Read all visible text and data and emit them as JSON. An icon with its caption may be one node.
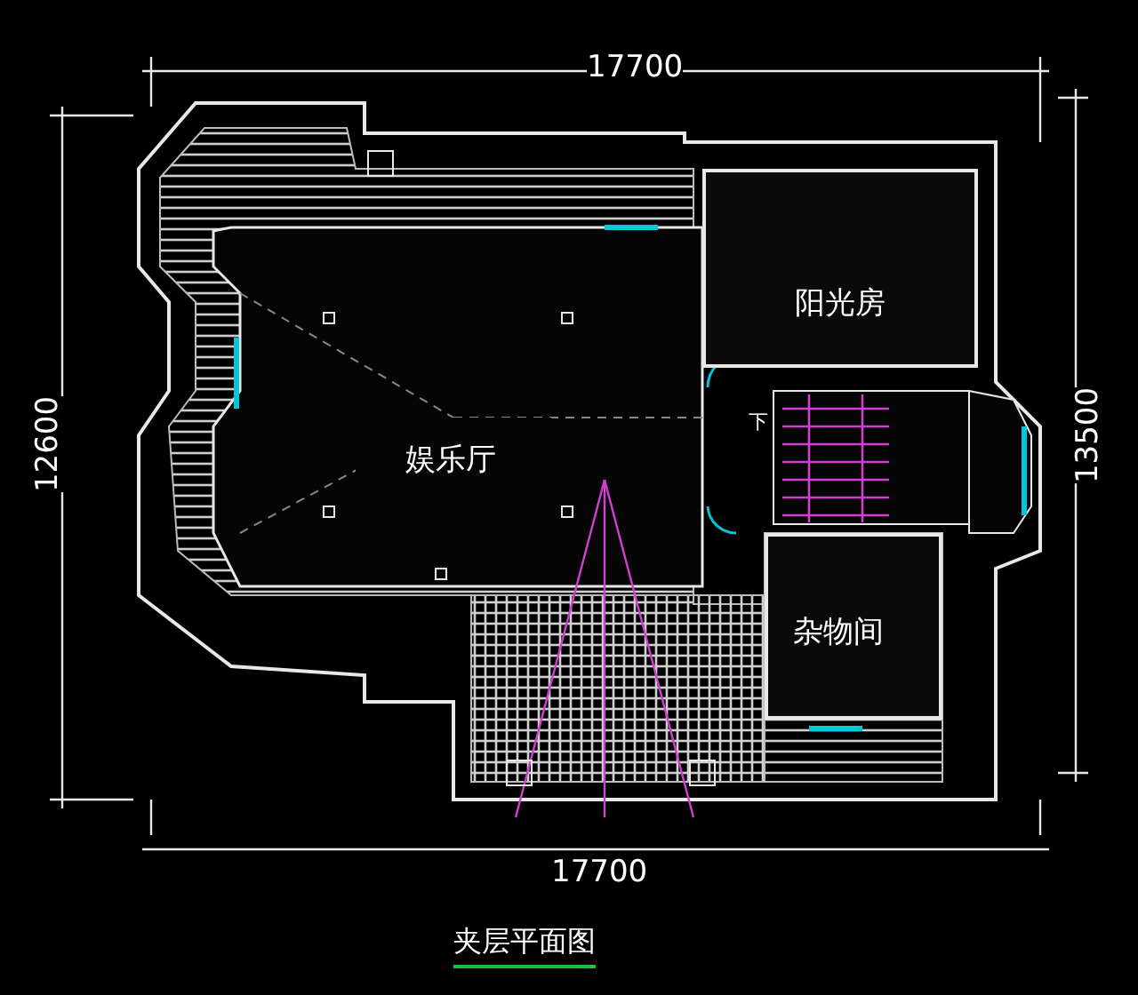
{
  "diagram": {
    "caption": "夹层平面图",
    "nodes": [
      {
        "text": [
          "阳光房"
        ]
      },
      {
        "text": [
          "娱乐厅"
        ]
      },
      {
        "text": [
          "杂物间"
        ]
      }
    ],
    "labels": [
      "17700",
      "12600",
      "13500",
      "下",
      "17700"
    ]
  }
}
